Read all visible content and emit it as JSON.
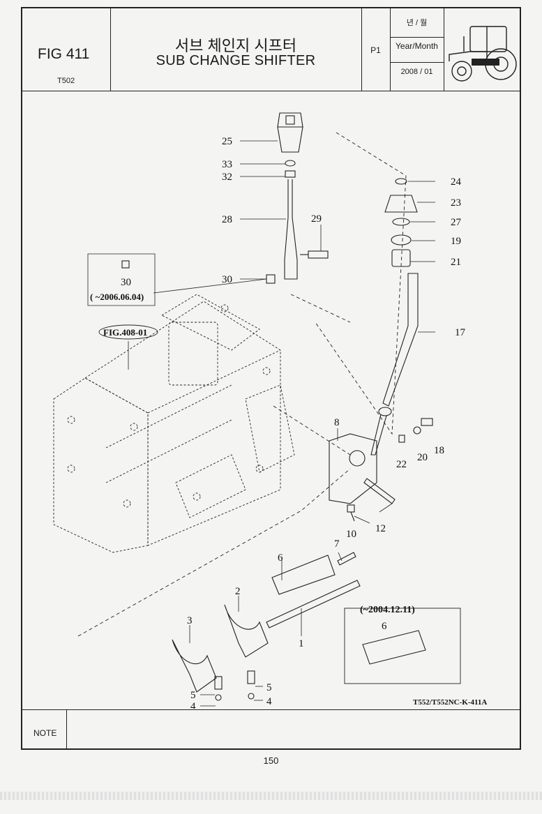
{
  "header": {
    "fig_number": "FIG 411",
    "fig_code": "T502",
    "title_korean": "서브 체인지 시프터",
    "title_english": "SUB CHANGE SHIFTER",
    "page_code": "P1",
    "date_label_korean": "년 / 월",
    "date_label_english": "Year/Month",
    "date_value": "2008 / 01"
  },
  "diagram": {
    "callouts": [
      "25",
      "33",
      "32",
      "28",
      "29",
      "30",
      "24",
      "23",
      "27",
      "19",
      "21",
      "17",
      "8",
      "22",
      "20",
      "18",
      "10",
      "12",
      "7",
      "6",
      "2",
      "3",
      "1",
      "5",
      "4",
      "5",
      "4"
    ],
    "box_30": {
      "part": "30",
      "date": "( ~2006.06.04)"
    },
    "ref_label": "FIG.408-01",
    "box_6": {
      "date": "(~2004.12.11)",
      "part": "6"
    },
    "drawing_code": "T552/T552NC-K-411A"
  },
  "note": {
    "label": "NOTE"
  },
  "page_number": "150"
}
